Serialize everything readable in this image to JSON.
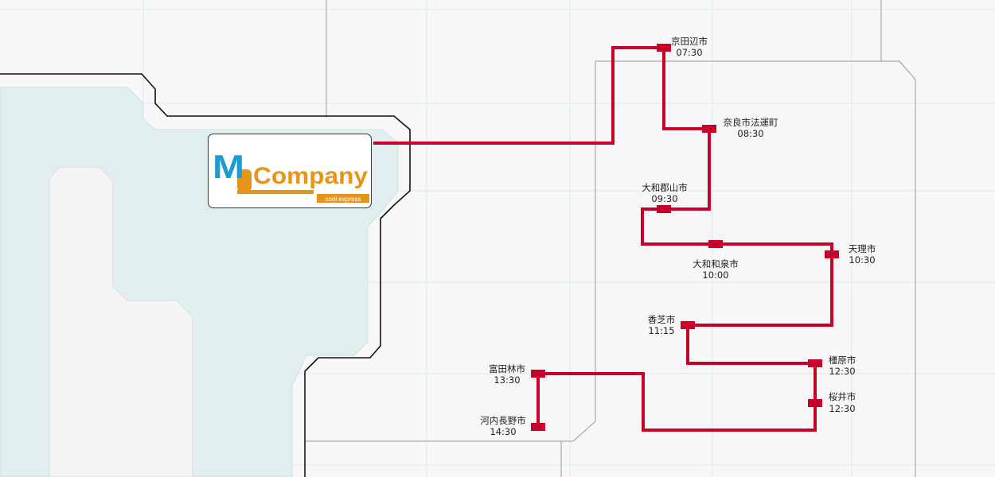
{
  "brand": {
    "name": "MCompany",
    "logo_initial": "M",
    "logo_word": "Company",
    "tagline": "cool express"
  },
  "colors": {
    "route": "#c8002a",
    "coast": "#111111",
    "sea": "#e0eef0",
    "land": "#f5f5f5",
    "grid": "#d6ecf0",
    "brand_blue": "#1e9cd2",
    "brand_orange": "#e8941a"
  },
  "stations": [
    {
      "name": "京田辺市",
      "time": "07:30"
    },
    {
      "name": "奈良市法運町",
      "time": "08:30"
    },
    {
      "name": "大和郡山市",
      "time": "09:30"
    },
    {
      "name": "大和和泉市",
      "time": "10:00"
    },
    {
      "name": "天理市",
      "time": "10:30"
    },
    {
      "name": "香芝市",
      "time": "11:15"
    },
    {
      "name": "橿原市",
      "time": "12:30"
    },
    {
      "name": "桜井市",
      "time": "12:30"
    },
    {
      "name": "富田林市",
      "time": "13:30"
    },
    {
      "name": "河内長野市",
      "time": "14:30"
    }
  ]
}
